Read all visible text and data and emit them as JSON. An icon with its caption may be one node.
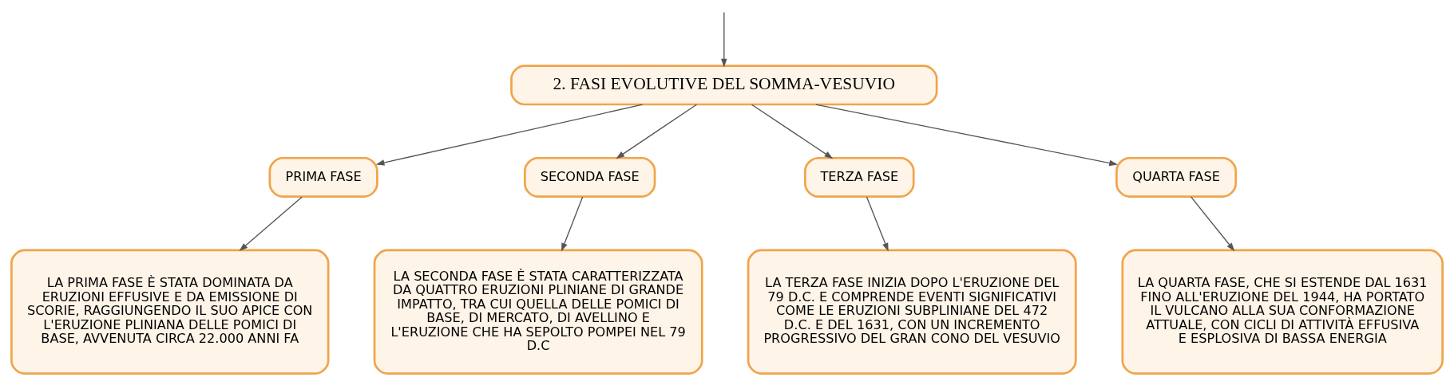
{
  "diagram": {
    "nodes": [
      {
        "text": [
          "2. FASI EVOLUTIVE DEL SOMMA-VESUVIO"
        ]
      },
      {
        "text": [
          "PRIMA FASE"
        ]
      },
      {
        "text": [
          "SECONDA FASE"
        ]
      },
      {
        "text": [
          "TERZA FASE"
        ]
      },
      {
        "text": [
          "QUARTA FASE"
        ]
      },
      {
        "text": [
          "LA PRIMA FASE È STATA DOMINATA DA ERUZIONI EFFUSIVE E DA EMISSIONE DI SCORIE, RAGGIUNGENDO IL SUO APICE CON L'ERUZIONE PLINIANA DELLE POMICI DI BASE, AVVENUTA CIRCA 22.000 ANNI FA"
        ]
      },
      {
        "text": [
          "LA SECONDA FASE È STATA CARATTERIZZATA DA QUATTRO ERUZIONI PLINIANE DI GRANDE IMPATTO, TRA CUI QUELLA DELLE POMICI DI BASE, DI MERCATO, DI AVELLINO E L'ERUZIONE CHE HA SEPOLTO POMPEI NEL 79 D.C"
        ]
      },
      {
        "text": [
          "LA TERZA FASE INIZIA DOPO L'ERUZIONE DEL 79 D.C. E COMPRENDE EVENTI SIGNIFICATIVI COME LE ERUZIONI SUBPLINIANE DEL 472 D.C. E DEL 1631, CON UN INCREMENTO PROGRESSIVO DEL GRAN CONO DEL VESUVIO"
        ]
      },
      {
        "text": [
          "LA QUARTA FASE, CHE SI ESTENDE DAL 1631 FINO ALL'ERUZIONE DEL 1944, HA PORTATO IL VULCANO ALLA SUA CONFORMAZIONE ATTUALE, CON CICLI DI ATTIVITÀ EFFUSIVA E ESPLOSIVA DI BASSA ENERGIA"
        ]
      }
    ],
    "edges": [
      {
        "from": null,
        "to": 0,
        "arrow": "to"
      },
      {
        "from": 0,
        "to": 1,
        "arrow": "to"
      },
      {
        "from": 0,
        "to": 2,
        "arrow": "to"
      },
      {
        "from": 0,
        "to": 3,
        "arrow": "to"
      },
      {
        "from": 0,
        "to": 4,
        "arrow": "to"
      },
      {
        "from": 1,
        "to": 5,
        "arrow": "to"
      },
      {
        "from": 2,
        "to": 6,
        "arrow": "to"
      },
      {
        "from": 3,
        "to": 7,
        "arrow": "to"
      },
      {
        "from": 4,
        "to": 8,
        "arrow": "to"
      }
    ]
  }
}
